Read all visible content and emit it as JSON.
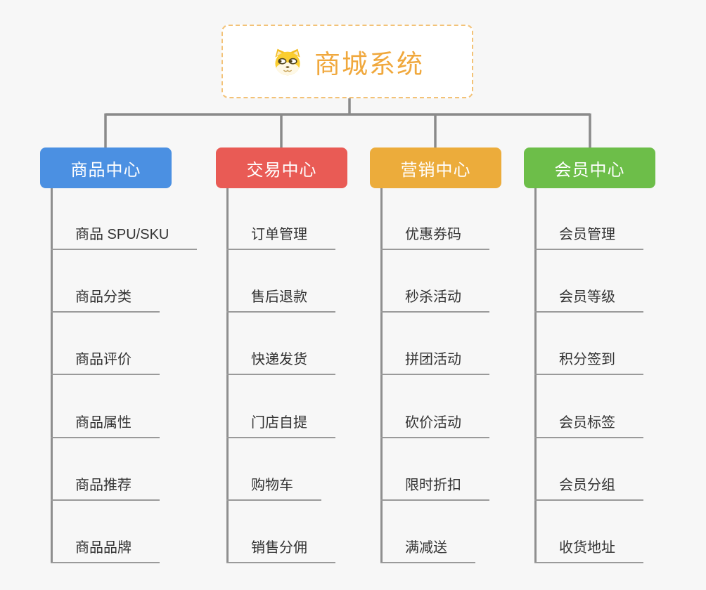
{
  "root": {
    "title": "商城系统",
    "icon": "dog-face-icon"
  },
  "branches": [
    {
      "id": "product-center",
      "label": "商品中心",
      "color": "#4b90e2",
      "items": [
        "商品 SPU/SKU",
        "商品分类",
        "商品评价",
        "商品属性",
        "商品推荐",
        "商品品牌"
      ]
    },
    {
      "id": "trade-center",
      "label": "交易中心",
      "color": "#e95b55",
      "items": [
        "订单管理",
        "售后退款",
        "快递发货",
        "门店自提",
        "购物车",
        "销售分佣"
      ]
    },
    {
      "id": "marketing-center",
      "label": "营销中心",
      "color": "#ecac3b",
      "items": [
        "优惠券码",
        "秒杀活动",
        "拼团活动",
        "砍价活动",
        "限时折扣",
        "满减送"
      ]
    },
    {
      "id": "member-center",
      "label": "会员中心",
      "color": "#6dbe49",
      "items": [
        "会员管理",
        "会员等级",
        "积分签到",
        "会员标签",
        "会员分组",
        "收货地址"
      ]
    }
  ],
  "colors": {
    "root_text": "#f0a83d",
    "root_border": "#f3c277",
    "connector": "#8a8a8a",
    "background": "#f7f7f7",
    "header_text": "#ffffff",
    "leaf_text": "#333333"
  }
}
